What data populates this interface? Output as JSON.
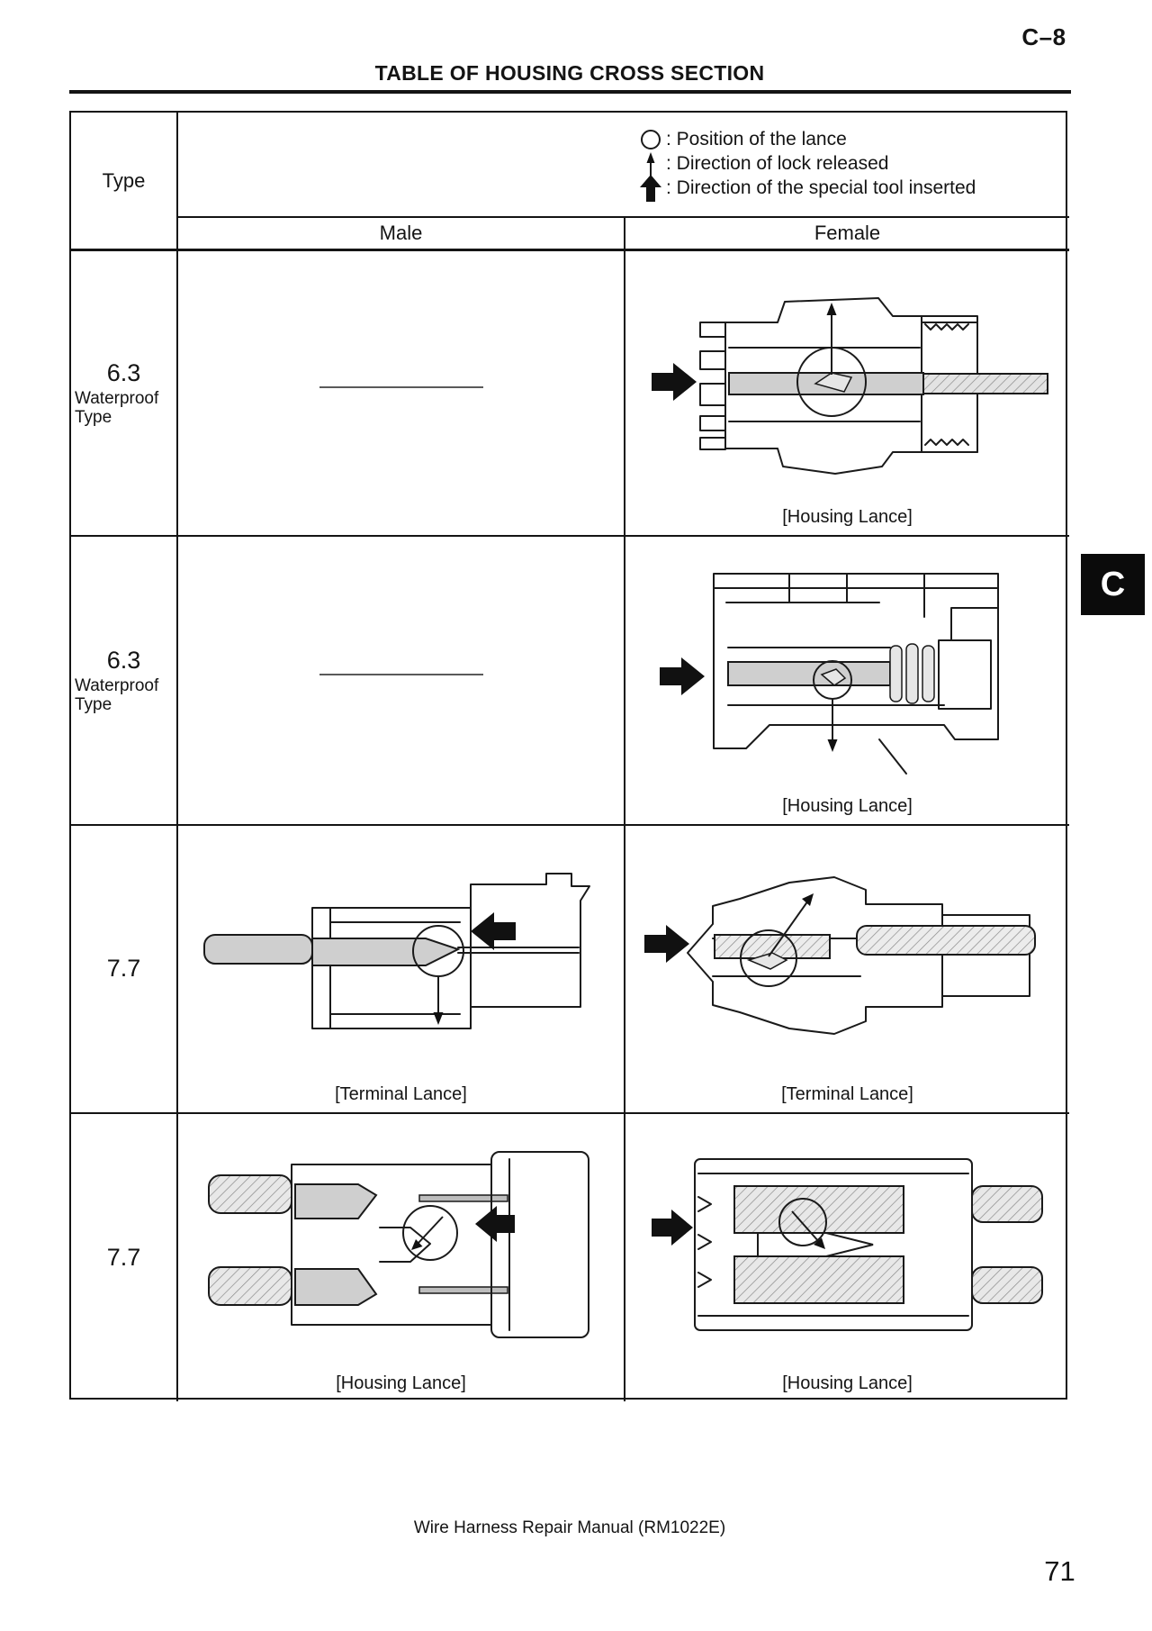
{
  "page": {
    "header_code": "C–8",
    "title": "TABLE OF HOUSING CROSS SECTION",
    "side_tab": "C",
    "footer": "Wire Harness Repair Manual (RM1022E)",
    "page_number": "71"
  },
  "legend": {
    "items": [
      {
        "icon": "lance-position-circle-icon",
        "label": ": Position of the lance"
      },
      {
        "icon": "lock-release-arrow-icon",
        "label": ": Direction of lock released"
      },
      {
        "icon": "special-tool-arrow-icon",
        "label": ": Direction of the special tool inserted"
      }
    ]
  },
  "table": {
    "type_header": "Type",
    "male_header": "Male",
    "female_header": "Female",
    "rows": [
      {
        "type_size": "6.3",
        "type_note": "Waterproof Type",
        "male_caption": "",
        "female_caption": "[Housing Lance]"
      },
      {
        "type_size": "6.3",
        "type_note": "Waterproof Type",
        "male_caption": "",
        "female_caption": "[Housing Lance]"
      },
      {
        "type_size": "7.7",
        "type_note": "",
        "male_caption": "[Terminal Lance]",
        "female_caption": "[Terminal Lance]"
      },
      {
        "type_size": "7.7",
        "type_note": "",
        "male_caption": "[Housing Lance]",
        "female_caption": "[Housing Lance]"
      }
    ]
  },
  "colors": {
    "ink": "#141414",
    "terminal_gray": "#cfcfcf",
    "tab_black": "#0b0b0b"
  }
}
